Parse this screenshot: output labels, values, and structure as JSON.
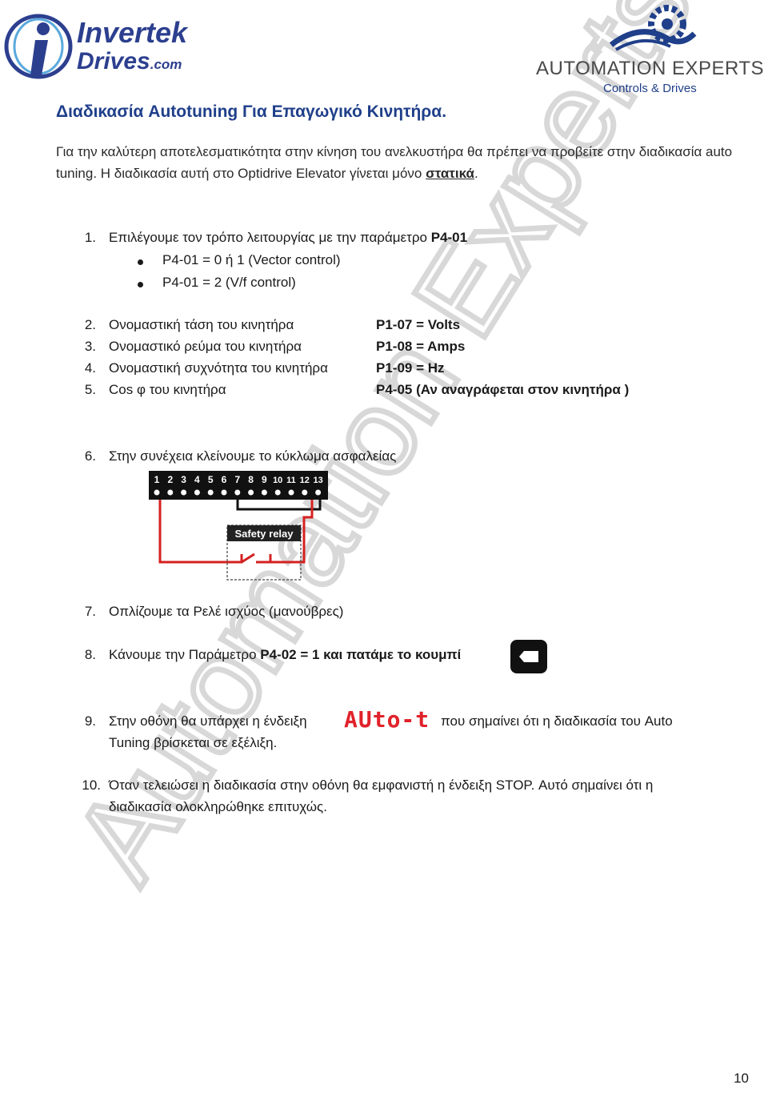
{
  "header": {
    "left_logo": {
      "line1": "Invertek",
      "line2": "Drives",
      "suffix": ".com"
    },
    "right_logo": {
      "name": "AUTOMATION EXPERTS",
      "tagline": "Controls & Drives"
    }
  },
  "title": "Διαδικασία Autotuning Για Επαγωγικό Κινητήρα.",
  "intro": {
    "text": "Για την καλύτερη αποτελεσματικότητα στην κίνηση του ανελκυστήρα θα πρέπει να προβείτε στην διαδικασία auto tuning. Η διαδικασία αυτή στο Optidrive Elevator γίνεται μόνο ",
    "emphasis": "στατικά",
    "end": "."
  },
  "step1": {
    "num": "1.",
    "text": "Επιλέγουμε τον τρόπο λειτουργίας με την παράμετρο ",
    "param": "P4-01",
    "bullets": [
      "P4-01 = 0 ή 1 (Vector control)",
      "P4-01 = 2 (V/f control)"
    ]
  },
  "params": [
    {
      "num": "2.",
      "label": "Ονομαστική τάση του κινητήρα",
      "value": "P1-07 = Volts"
    },
    {
      "num": "3.",
      "label": "Ονομαστικό ρεύμα του κινητήρα",
      "value": "P1-08 = Amps"
    },
    {
      "num": "4.",
      "label": "Ονομαστική συχνότητα του κινητήρα",
      "value": "P1-09 = Hz"
    },
    {
      "num": "5.",
      "label": "Cos φ του κινητήρα",
      "value": "P4-05 (Αν αναγράφεται στον κινητήρα )"
    }
  ],
  "step6": {
    "num": "6.",
    "text": "Στην συνέχεια κλείνουμε το κύκλωμα ασφαλείας",
    "terminals": [
      "1",
      "2",
      "3",
      "4",
      "5",
      "6",
      "7",
      "8",
      "9",
      "10",
      "11",
      "12",
      "13"
    ],
    "relay_label": "Safety relay",
    "colors": {
      "wire_red": "#d42020",
      "wire_black": "#111111",
      "block": "#111111"
    }
  },
  "step7": {
    "num": "7.",
    "text": "Οπλίζουμε τα Ρελέ ισχύος (μανούβρες)"
  },
  "step8": {
    "num": "8.",
    "text": "Κάνουμε την Παράμετρο ",
    "bold": "P4-02 = 1 και πατάμε το κουμπί",
    "button_icon": "keypad-button-icon"
  },
  "step9": {
    "num": "9.",
    "before": "Στην οθόνη θα υπάρχει η ένδειξη",
    "display": "AUto-t",
    "after": "που σημαίνει ότι η διαδικασία του Auto",
    "line2": "Tuning βρίσκεται σε εξέλιξη.",
    "display_color": "#e0222a"
  },
  "step10": {
    "num": "10.",
    "line1": "Όταν τελειώσει η διαδικασία στην οθόνη θα εμφανιστή η ένδειξη STOP. Αυτό σημαίνει ότι η",
    "line2": "διαδικασία ολοκληρώθηκε επιτυχώς."
  },
  "watermark": "Automation Experts",
  "page_number": "10"
}
